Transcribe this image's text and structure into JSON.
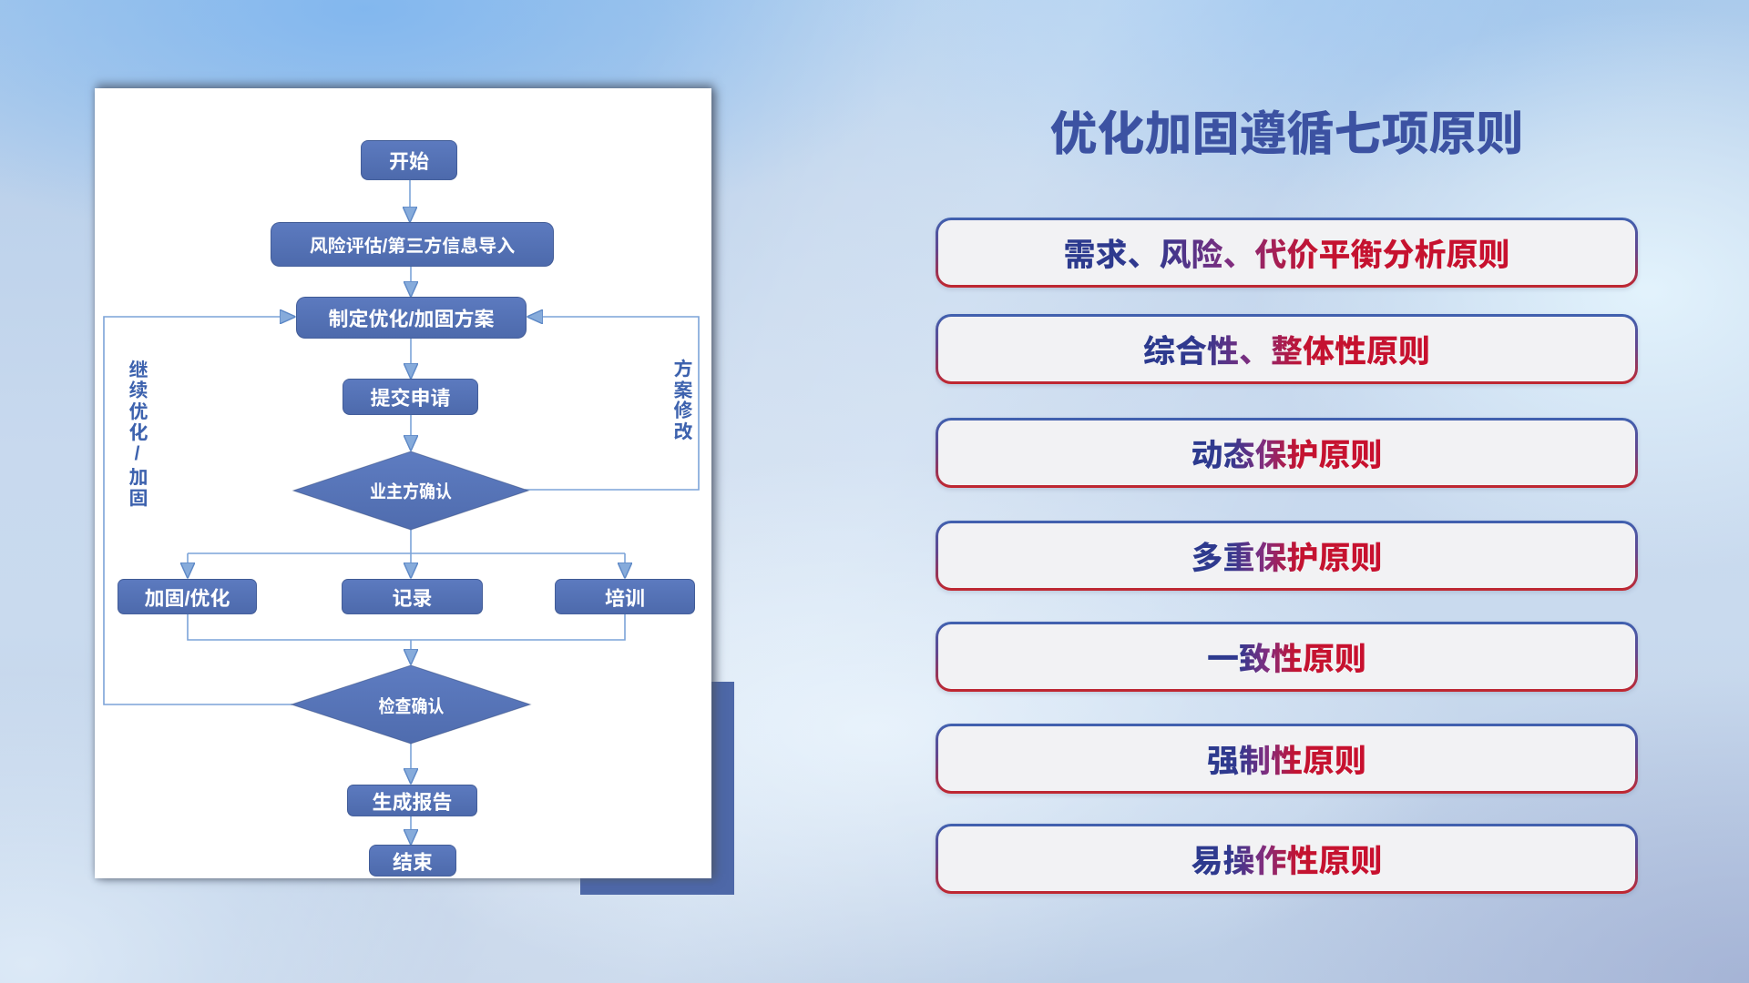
{
  "title": "优化加固遵循七项原则",
  "flowchart": {
    "nodes": {
      "start": "开始",
      "risk": "风险评估/第三方信息导入",
      "plan": "制定优化/加固方案",
      "submit": "提交申请",
      "owner_confirm": "业主方确认",
      "reinforce": "加固/优化",
      "record": "记录",
      "training": "培训",
      "check_confirm": "检查确认",
      "report": "生成报告",
      "end": "结束"
    },
    "loop_labels": {
      "left": "继续优化/加固",
      "right": "方案修改"
    }
  },
  "principles": [
    {
      "label": "需求、风险、代价平衡分析原则"
    },
    {
      "label": "综合性、整体性原则"
    },
    {
      "label": "动态保护原则"
    },
    {
      "label": "多重保护原则"
    },
    {
      "label": "一致性原则"
    },
    {
      "label": "强制性原则"
    },
    {
      "label": "易操作性原则"
    }
  ],
  "colors": {
    "node_fill": "#5674b9",
    "connector": "#7ca3d8",
    "title_text": "#3e54a3",
    "principle_text_start": "#2b3a8e",
    "principle_text_end": "#cb0e2c",
    "principle_border_top": "#3f61b0",
    "principle_border_bottom": "#c2262e",
    "accent_square": "#4e68a8",
    "background_base": "#c2d4ea"
  }
}
